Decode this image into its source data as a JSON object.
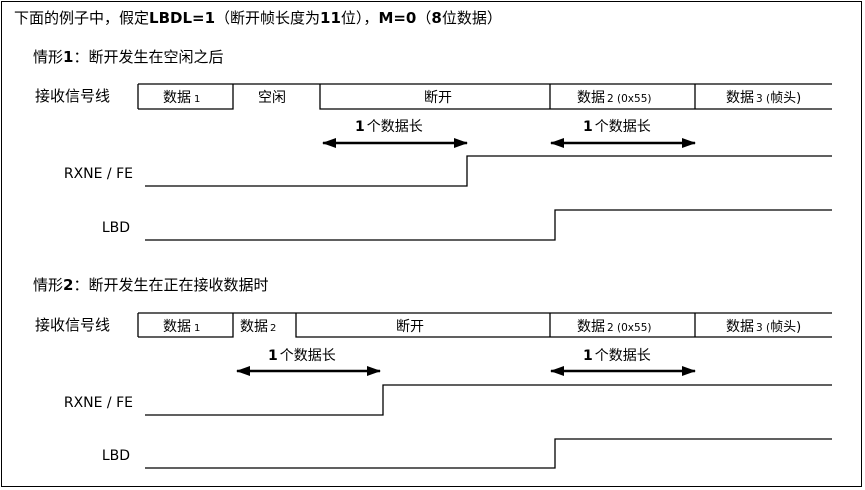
{
  "intro": {
    "p1": "下面的例子中，假定",
    "p2": "LBDL=1",
    "p3": "（断开帧长度为",
    "p4": "11",
    "p5": "位），",
    "p6": "M=0",
    "p7": "（",
    "p8": "8",
    "p9": "位数据）"
  },
  "cases": [
    {
      "title_prefix": "情形",
      "title_num": "1",
      "title_rest": "：断开发生在空闲之后",
      "bus_label": "接收信号线",
      "bus": {
        "d1": "数据",
        "d1_sub": "1",
        "idle": "空闲",
        "brk": "断开",
        "d2": "数据",
        "d2_sub": "2 (0x55)",
        "d3": "数据",
        "d3_sub": "3 (",
        "d3_tail": "帧头)"
      },
      "len1_num": "1",
      "len1_txt": "个数据长",
      "len2_num": "1",
      "len2_txt": "个数据长",
      "sig1": "RXNE / FE",
      "sig2": "LBD"
    },
    {
      "title_prefix": "情形",
      "title_num": "2",
      "title_rest": "：断开发生在正在接收数据时",
      "bus_label": "接收信号线",
      "bus": {
        "d1": "数据",
        "d1_sub": "1",
        "d2a": "数据",
        "d2a_sub": "2",
        "brk": "断开",
        "d2": "数据",
        "d2_sub": "2 (0x55)",
        "d3": "数据",
        "d3_sub": "3 (",
        "d3_tail": "帧头)"
      },
      "len1_num": "1",
      "len1_txt": "个数据长",
      "len2_num": "1",
      "len2_txt": "个数据长",
      "sig1": "RXNE / FE",
      "sig2": "LBD"
    }
  ]
}
